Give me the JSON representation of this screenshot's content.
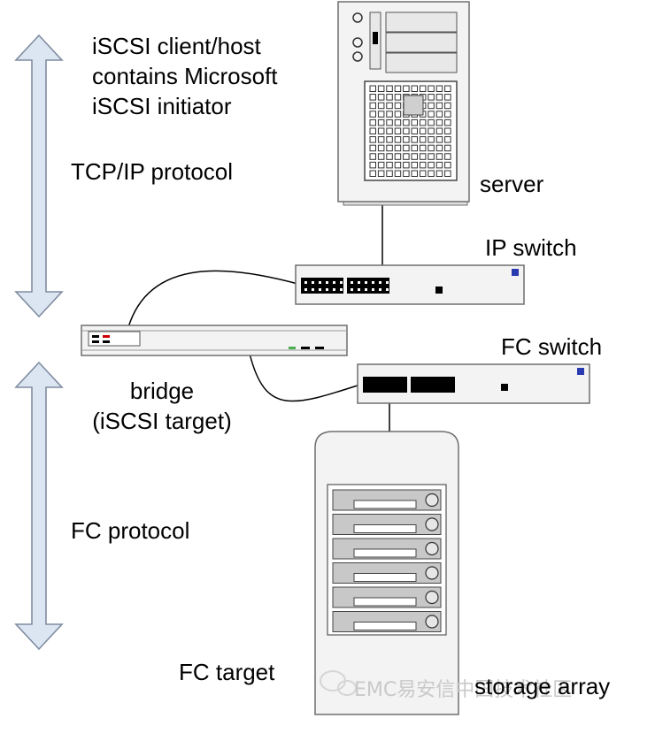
{
  "labels": {
    "client_line1": "iSCSI client/host",
    "client_line2": "contains Microsoft",
    "client_line3": "iSCSI initiator",
    "tcpip_protocol": "TCP/IP protocol",
    "server": "server",
    "ip_switch": "IP switch",
    "fc_switch": "FC switch",
    "bridge_line1": "bridge",
    "bridge_line2": "(iSCSI target)",
    "fc_protocol": "FC protocol",
    "fc_target": "FC target",
    "storage_array": "storage array"
  },
  "watermark": {
    "text": "EMC易安信中国技术社区"
  },
  "colors": {
    "arrow_fill": "#dce6f2",
    "arrow_stroke": "#7f8ca0",
    "device_fill": "#f3f3f3",
    "device_stroke": "#6e6e6e",
    "port_fill": "#000000",
    "accent": "#2a3ab0",
    "led_green": "#4caf50"
  },
  "icons": [
    "double-arrow-icon",
    "server-tower-icon",
    "ip-switch-icon",
    "bridge-icon",
    "fc-switch-icon",
    "storage-array-icon",
    "chat-bubble-icon"
  ]
}
